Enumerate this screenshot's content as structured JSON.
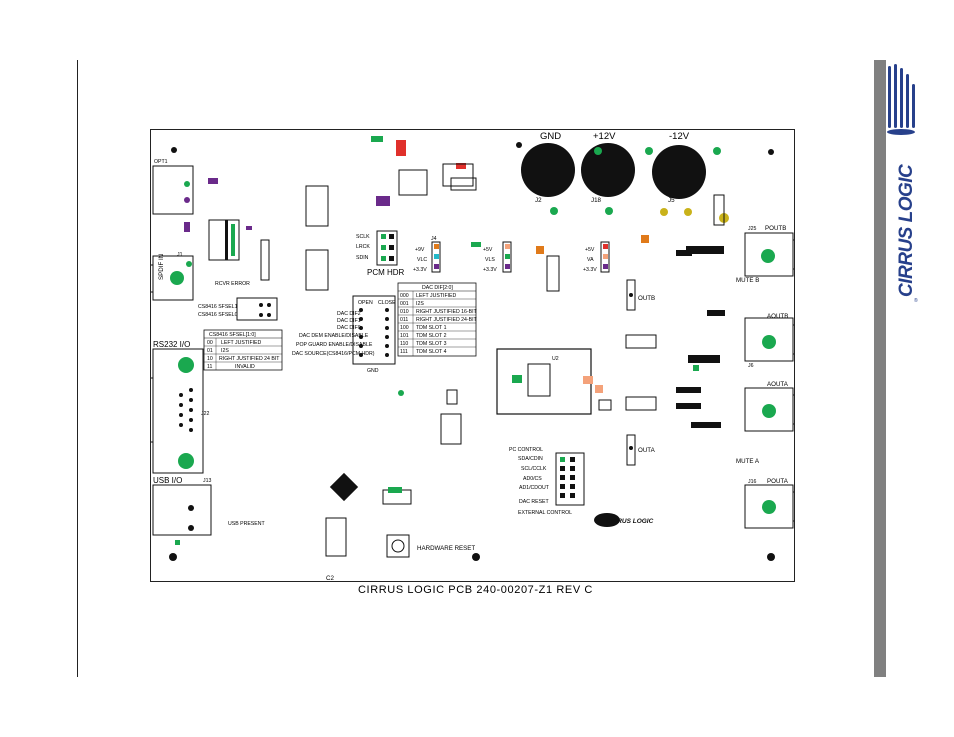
{
  "caption": "CIRRUS LOGIC   PCB 240-00207-Z1 REV C",
  "logo_text": "CIRRUS LOGIC",
  "power": {
    "gnd": "GND",
    "p12": "+12V",
    "m12": "-12V",
    "j2": "J2",
    "j18": "J18",
    "j5": "J5"
  },
  "connectors": {
    "rs232": "RS232 I/O",
    "usb": "USB I/O",
    "spdif": "SPDIF IN",
    "pcm_hdr": "PCM HDR",
    "poutb": "POUTB",
    "aoutb": "AOUTB",
    "aouta": "AOUTA",
    "pouta": "POUTA",
    "mute_b": "MUTE B",
    "mute_a": "MUTE A",
    "outb": "OUTB",
    "outa": "OUTA",
    "hardware_reset": "HARDWARE RESET",
    "usb_present": "USB PRESENT",
    "rcvr_error": "RCVR ERROR",
    "j25": "J25",
    "j6": "J6",
    "j4": "J4",
    "j16": "J16",
    "j22": "J22",
    "j13": "J13",
    "j1": "J1"
  },
  "cs8416_table": {
    "title": "CS8416 SFSEL[1:0]",
    "rows": [
      {
        "code": "00",
        "desc": "LEFT JUSTIFIED"
      },
      {
        "code": "01",
        "desc": "I2S"
      },
      {
        "code": "10",
        "desc": "RIGHT JUSTIFIED 24 BIT"
      },
      {
        "code": "11",
        "desc": "INVALID"
      }
    ]
  },
  "dac_table": {
    "title": "DAC DIF[2:0]",
    "head_open": "OPEN",
    "head_close": "CLOSE",
    "rows": [
      {
        "code": "000",
        "desc": "LEFT JUSTIFIED"
      },
      {
        "code": "001",
        "desc": "I2S"
      },
      {
        "code": "010",
        "desc": "RIGHT JUSTIFIED 16-BIT"
      },
      {
        "code": "011",
        "desc": "RIGHT JUSTIFIED 24-BIT"
      },
      {
        "code": "100",
        "desc": "TDM SLOT 1"
      },
      {
        "code": "101",
        "desc": "TDM SLOT 2"
      },
      {
        "code": "110",
        "desc": "TDM SLOT 3"
      },
      {
        "code": "111",
        "desc": "TDM SLOT 4"
      }
    ]
  },
  "sfsel": {
    "sel1": "CS8416 SFSEL1",
    "sel0": "CS8416 SFSEL0"
  },
  "dac_labels": [
    "DAC DIF2",
    "DAC DIF1",
    "DAC DIF0",
    "DAC DEM ENABLE/DISABLE",
    "POP GUARD ENABLE/DISABLE",
    "DAC SOURCE(CS8416/PCM HDR)"
  ],
  "pcm_pins": [
    "SCLK",
    "LRCK",
    "SDIN"
  ],
  "ext_control": {
    "title": "PC CONTROL",
    "items": [
      "SDA/CDIN",
      "SCL/CCLK",
      "AD0/CS",
      "AD1/CDOUT",
      "DAC RESET"
    ],
    "footer": "EXTERNAL CONTROL"
  },
  "supply_labels": [
    "+9V",
    "VLC",
    "+3.3V",
    "+5V",
    "VLS",
    "+3.3V",
    "+5V",
    "VA",
    "+3.3V"
  ],
  "misc": {
    "gnd": "GND",
    "u2": "U2",
    "c2": "C2"
  },
  "colors": {
    "green": "#1aa84f",
    "red": "#e0302b",
    "purple": "#6a2a8a",
    "salmon": "#f4a27a",
    "cyan": "#22b8c8",
    "yellow": "#c9b21a",
    "orange": "#e07a1a",
    "black": "#111111"
  }
}
